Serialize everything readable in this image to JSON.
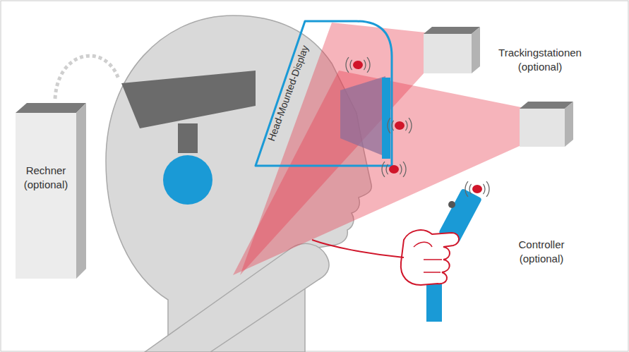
{
  "diagram": {
    "nodes": [
      {
        "text": [
          "Rechner (optional)"
        ]
      }
    ],
    "labels": [
      "Head-Mounted-Display",
      "Trackingstationen (optional)",
      "Controller (optional)"
    ]
  }
}
